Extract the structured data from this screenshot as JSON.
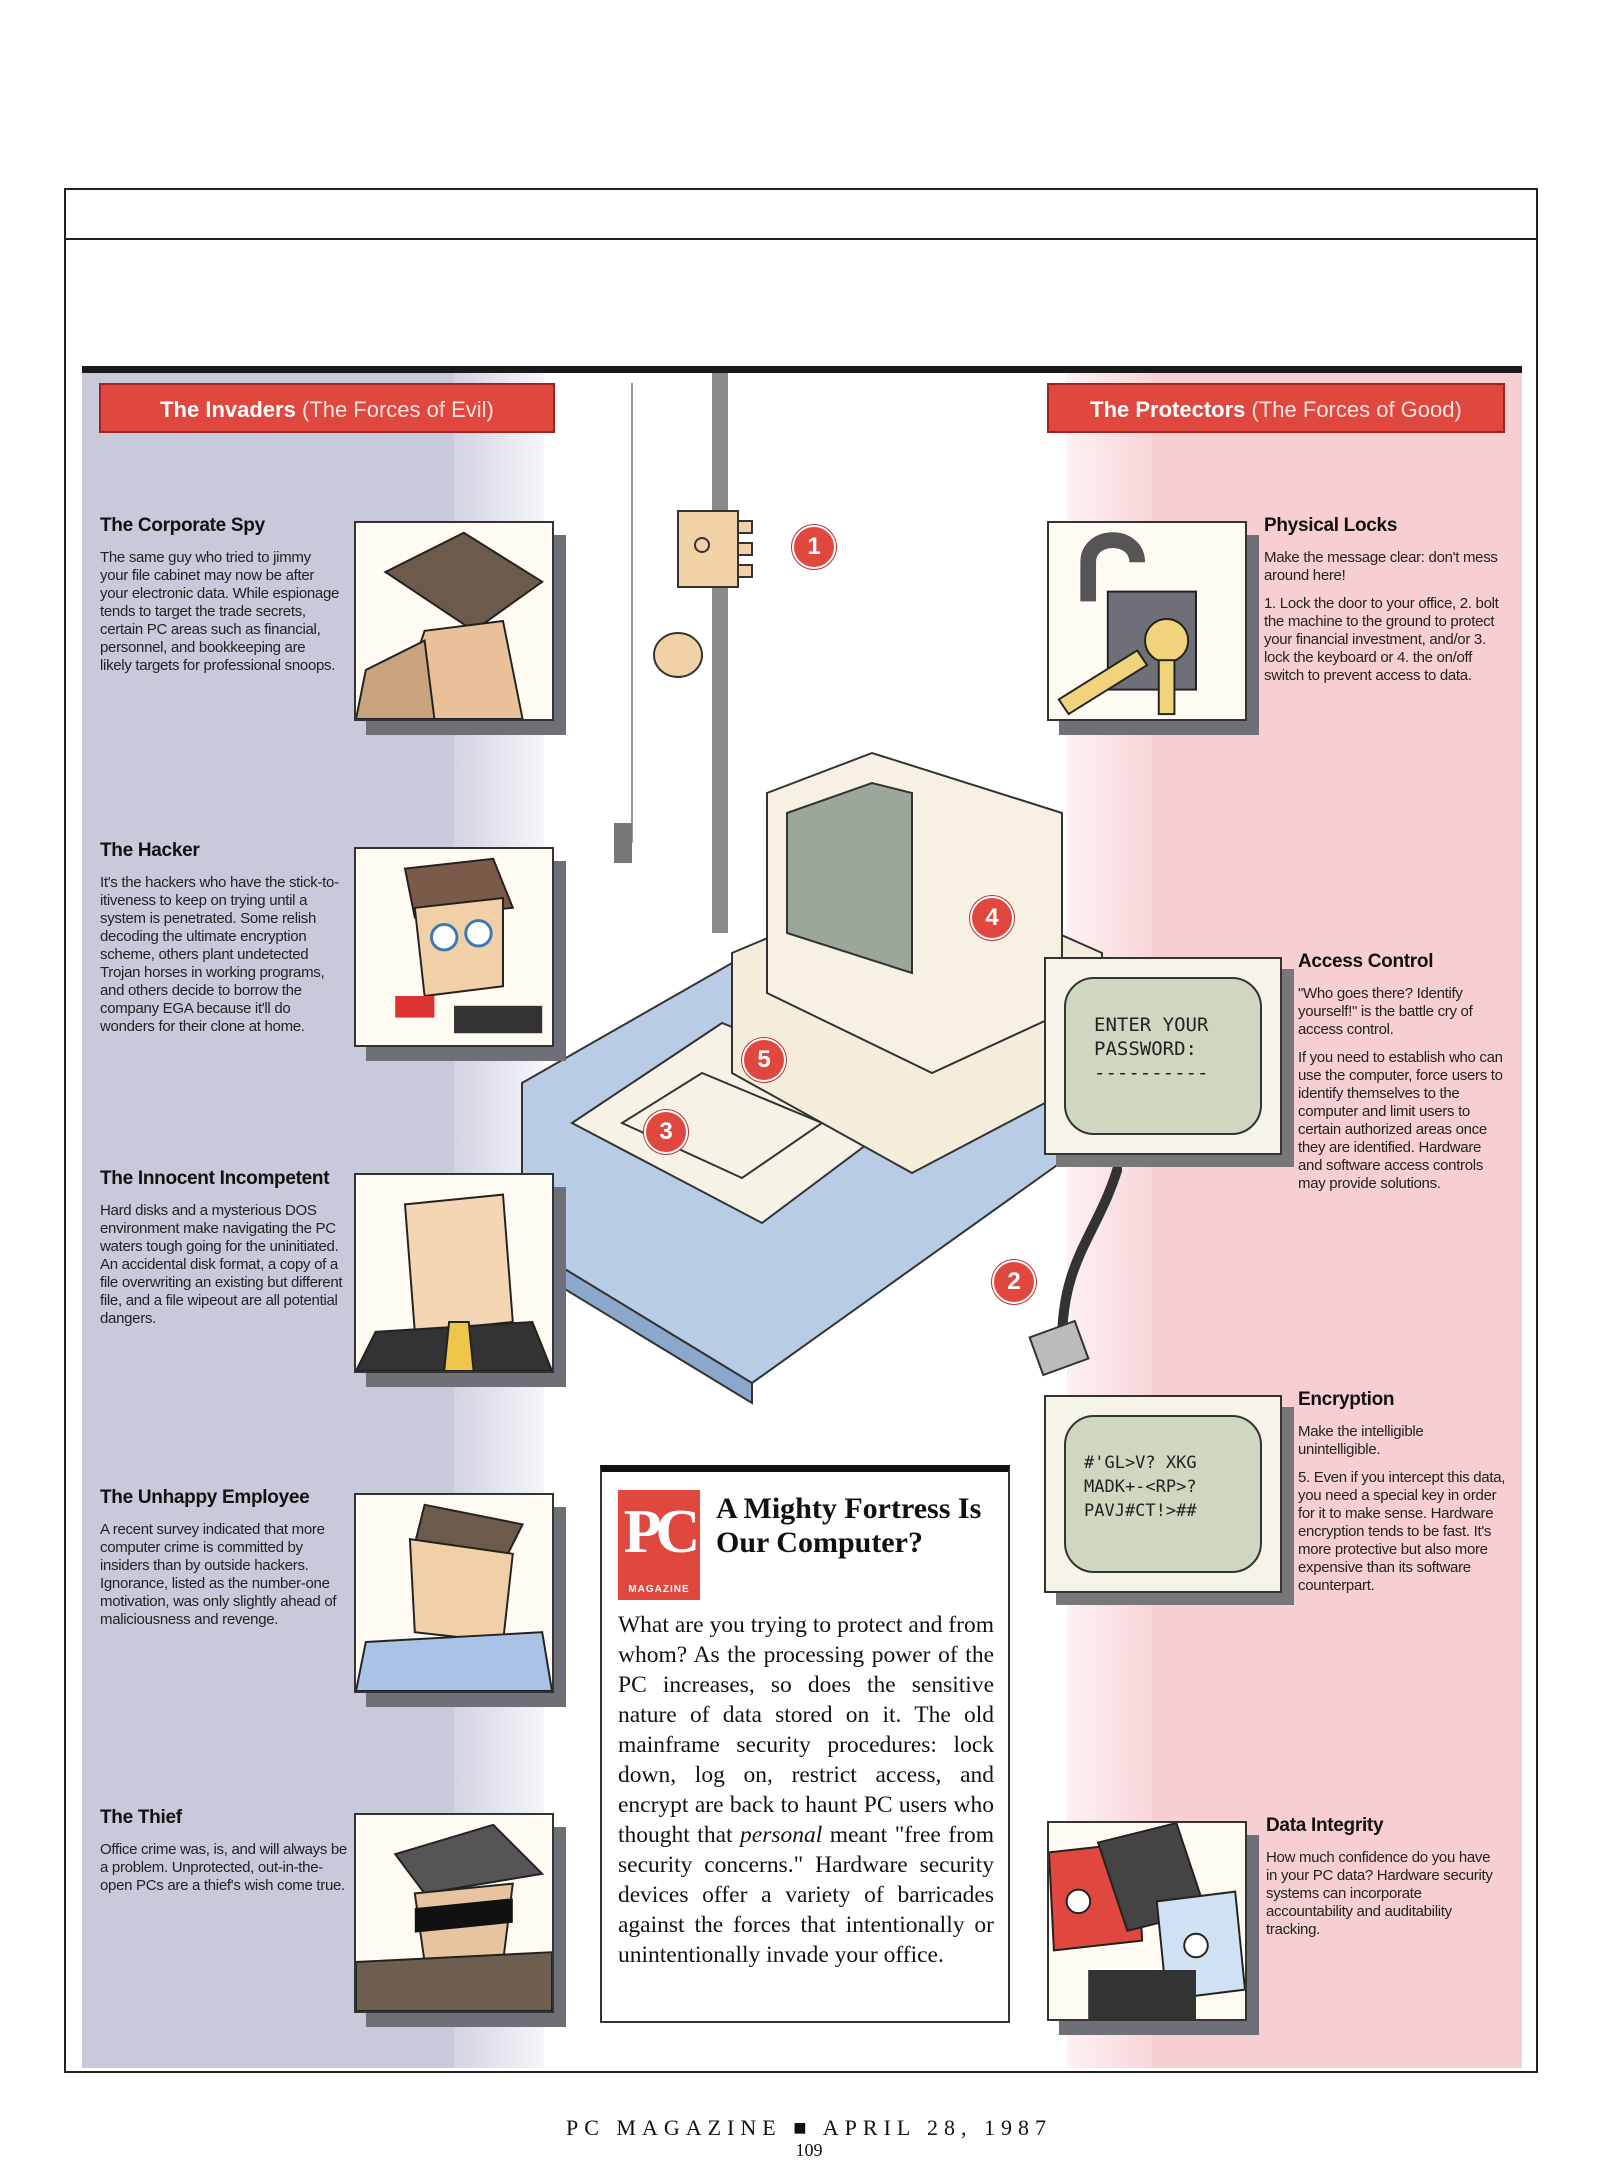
{
  "banners": {
    "invaders_title": "The Invaders",
    "invaders_sub": "(The Forces of Evil)",
    "protectors_title": "The Protectors",
    "protectors_sub": "(The Forces of Good)"
  },
  "invaders": [
    {
      "title": "The Corporate Spy",
      "text": "The same guy who tried to jimmy your file cabinet may now be after your electronic data. While espionage tends to target the trade secrets, certain PC areas such as financial, personnel, and bookkeeping are likely targets for professional snoops."
    },
    {
      "title": "The Hacker",
      "text": "It's the hackers who have the stick-to-itiveness to keep on trying until a system is penetrated. Some relish decoding the ultimate encryption scheme, others plant undetected Trojan horses in working programs, and others decide to borrow the company EGA because it'll do wonders for their clone at home."
    },
    {
      "title": "The Innocent Incompetent",
      "text": "Hard disks and a mysterious DOS environment make navigating the PC waters tough going for the uninitiated. An accidental disk format, a copy of a file overwriting an existing but different file, and a file wipeout are all potential dangers."
    },
    {
      "title": "The Unhappy Employee",
      "text": "A recent survey indicated that more computer crime is committed by insiders than by outside hackers. Ignorance, listed as the number-one motivation, was only slightly ahead of maliciousness and revenge."
    },
    {
      "title": "The Thief",
      "text": "Office crime was, is, and will always be a problem. Unprotected, out-in-the-open PCs are a thief's wish come true."
    }
  ],
  "protectors": {
    "physical_locks": {
      "title": "Physical Locks",
      "text1": "Make the message clear: don't mess around here!",
      "text2": "1. Lock the door to your office, 2. bolt the machine to the ground to protect your financial investment, and/or 3. lock the keyboard or 4. the on/off switch to prevent access to data."
    },
    "access_control": {
      "title": "Access Control",
      "text1": "\"Who goes there? Identify yourself!\" is the battle cry of access control.",
      "text2": "If you need to establish who can use the computer, force users to identify themselves to the computer and limit users to certain authorized areas once they are identified. Hardware and software access controls may provide solutions.",
      "screen": "ENTER YOUR\nPASSWORD:\n----------"
    },
    "encryption": {
      "title": "Encryption",
      "text1": "Make the intelligible unintelligible.",
      "text2": "5. Even if you intercept this data, you need a special key in order for it to make sense. Hardware encryption tends to be fast. It's more protective but also more expensive than its software counterpart.",
      "screen": "#'GL>V? XKG\nMADK+-<RP>?\nPAVJ#CT!>##"
    },
    "data_integrity": {
      "title": "Data Integrity",
      "text": "How much confidence do you have in your PC data? Hardware security systems can incorporate accountability and auditability tracking."
    }
  },
  "callouts": [
    "1",
    "2",
    "3",
    "4",
    "5"
  ],
  "sidebar": {
    "logo": "PC",
    "logo_sub": "MAGAZINE",
    "title": "A Mighty Fortress Is Our Computer?",
    "text_before": "What are you trying to protect and from whom? As the processing power of the PC increases, so does the sensitive nature of data stored on it. The old mainframe security procedures: lock down, log on, restrict access, and encrypt are back to haunt PC users who thought that ",
    "text_em": "personal",
    "text_after": " meant \"free from security concerns.\" Hardware security devices offer a variety of barricades against the forces that intentionally or unintentionally invade your office."
  },
  "footer": {
    "magazine_line": "PC MAGAZINE ■ APRIL 28, 1987",
    "page": "109"
  },
  "colors": {
    "accent_red": "#e0473f",
    "invaders_band": "#c9c9dc",
    "protectors_band": "#f7cfd2"
  }
}
